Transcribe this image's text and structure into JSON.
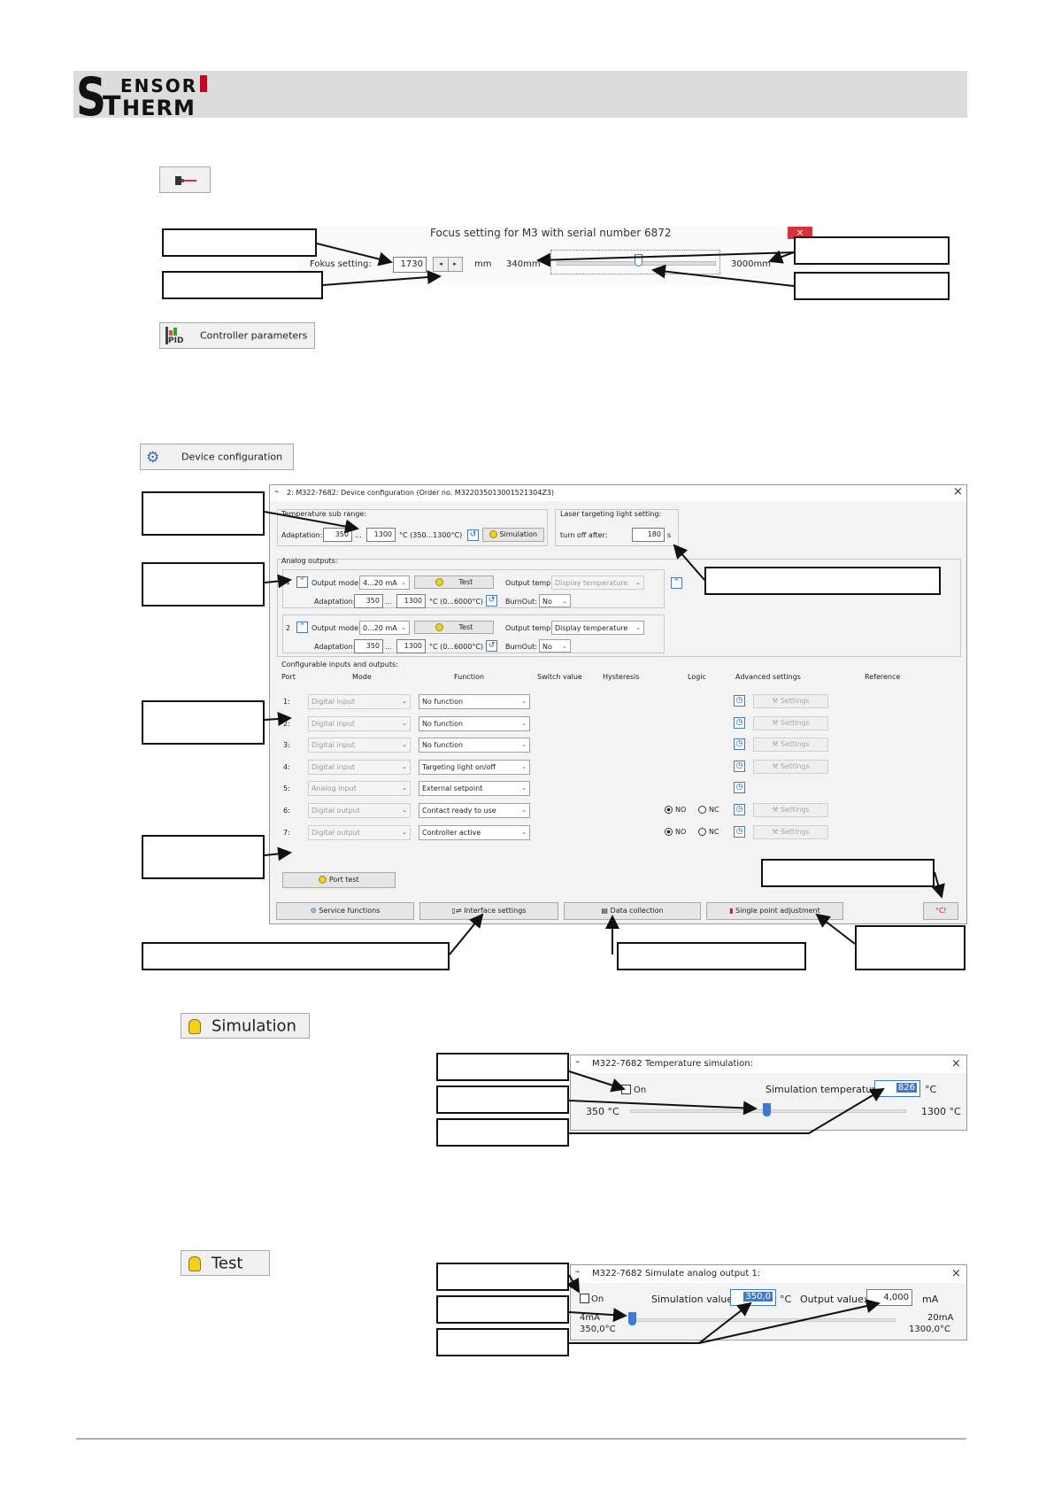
{
  "header": {
    "logo_top": "ENSOR",
    "logo_bottom": "HERM",
    "logo_S": "S",
    "logo_T": "T",
    "brand_red": "#d4001a"
  },
  "icons": {
    "laser": "laser-pointer-icon",
    "pid": "pid-chart-icon",
    "gear": "gear-icon",
    "bulb": "light-bulb-icon"
  },
  "controller_params": {
    "label": "Controller parameters",
    "icon_text": "PID"
  },
  "focus": {
    "title": "Focus setting for M3 with serial number 6872",
    "label": "Fokus setting:",
    "value": "1730",
    "unit": "mm",
    "min": "340mm",
    "max": "3000mm",
    "slider_fraction": 0.52,
    "close": "×"
  },
  "device_config_button": {
    "label": "Device configuration"
  },
  "devwin": {
    "title": "2: M322-7682: Device configuration (Order no. M322035013001521304Z3)",
    "close": "×",
    "temp_sub": {
      "heading": "Temperature sub range:",
      "adapt_label": "Adaptation:",
      "from": "350",
      "dots": "...",
      "to": "1300",
      "range": "°C (350...1300°C)",
      "sim_button": "Simulation"
    },
    "laser": {
      "heading": "Laser targeting light setting:",
      "label": "turn off after:",
      "value": "180",
      "unit": "s"
    },
    "analog": {
      "heading": "Analog outputs:",
      "outputs": [
        {
          "num": "1",
          "mode_label": "Output mode:",
          "mode": "4...20 mA",
          "test": "Test",
          "temp_label": "Output temp.:",
          "temp": "Display temperature",
          "adapt_label": "Adaptation:",
          "from": "350",
          "dots": "...",
          "to": "1300",
          "range": "°C (0...6000°C)",
          "burnout_label": "BurnOut:",
          "burnout": "No"
        },
        {
          "num": "2",
          "mode_label": "Output mode:",
          "mode": "0...20 mA",
          "test": "Test",
          "temp_label": "Output temp.:",
          "temp": "Display temperature",
          "adapt_label": "Adaptation:",
          "from": "350",
          "dots": "...",
          "to": "1300",
          "range": "°C (0...6000°C)",
          "burnout_label": "BurnOut:",
          "burnout": "No"
        }
      ]
    },
    "config": {
      "heading": "Configurable inputs and outputs:",
      "columns": [
        "Port",
        "Mode",
        "Function",
        "Switch value",
        "Hysteresis",
        "Logic",
        "Advanced settings",
        "Reference"
      ],
      "rows": [
        {
          "port": "1:",
          "mode": "Digital input",
          "function": "No function",
          "logic": false,
          "settings": "Settings"
        },
        {
          "port": "2:",
          "mode": "Digital input",
          "function": "No function",
          "logic": false,
          "settings": "Settings"
        },
        {
          "port": "3:",
          "mode": "Digital input",
          "function": "No function",
          "logic": false,
          "settings": "Settings"
        },
        {
          "port": "4:",
          "mode": "Digital input",
          "function": "Targeting light on/off",
          "logic": false,
          "settings": "Settings"
        },
        {
          "port": "5:",
          "mode": "Analog input",
          "function": "External setpoint",
          "logic": false,
          "settings": ""
        },
        {
          "port": "6:",
          "mode": "Digital output",
          "function": "Contact ready to use",
          "logic": true,
          "no": "NO",
          "nc": "NC",
          "settings": "Settings"
        },
        {
          "port": "7:",
          "mode": "Digital output",
          "function": "Controller active",
          "logic": true,
          "no": "NO",
          "nc": "NC",
          "settings": "Settings"
        }
      ],
      "port_test": "Port test"
    },
    "bottom": {
      "service": "Service functions",
      "interface": "Interface settings",
      "data": "Data collection",
      "single": "Single point adjustment",
      "degc": "°C"
    }
  },
  "simulation_button": {
    "label": "Simulation"
  },
  "simwin": {
    "title": "M322-7682 Temperature simulation:",
    "on_label": "On",
    "temp_label": "Simulation temperature:",
    "temp_value": "826",
    "unit": "°C",
    "min": "350 °C",
    "max": "1300 °C",
    "slider_fraction": 0.5,
    "close": "×"
  },
  "test_button": {
    "label": "Test"
  },
  "testwin": {
    "title": "M322-7682 Simulate analog output 1:",
    "on_label": "On",
    "sim_label": "Simulation value:",
    "sim_value": "350,0",
    "sim_unit": "°C",
    "out_label": "Output value:",
    "out_value": "4,000",
    "out_unit": "mA",
    "min_ma": "4mA",
    "min_c": "350,0°C",
    "max_ma": "20mA",
    "max_c": "1300,0°C",
    "slider_fraction": 0.0,
    "close": "×"
  }
}
